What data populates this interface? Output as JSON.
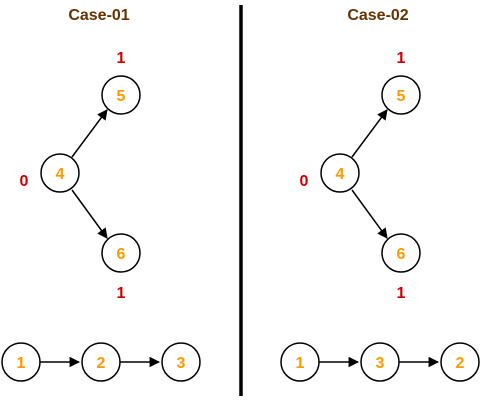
{
  "colors": {
    "title": "#663300",
    "node_label": "#FF9900",
    "weight_label": "#CC0000",
    "stroke": "#000000",
    "background": "#FFFFFF"
  },
  "panels": [
    {
      "title": "Case-01",
      "tree": {
        "root": {
          "label": "4",
          "weight": "0"
        },
        "top_child": {
          "label": "5",
          "weight": "1"
        },
        "bottom_child": {
          "label": "6",
          "weight": "1"
        }
      },
      "chain": [
        "1",
        "2",
        "3"
      ]
    },
    {
      "title": "Case-02",
      "tree": {
        "root": {
          "label": "4",
          "weight": "0"
        },
        "top_child": {
          "label": "5",
          "weight": "1"
        },
        "bottom_child": {
          "label": "6",
          "weight": "1"
        }
      },
      "chain": [
        "1",
        "3",
        "2"
      ]
    }
  ]
}
